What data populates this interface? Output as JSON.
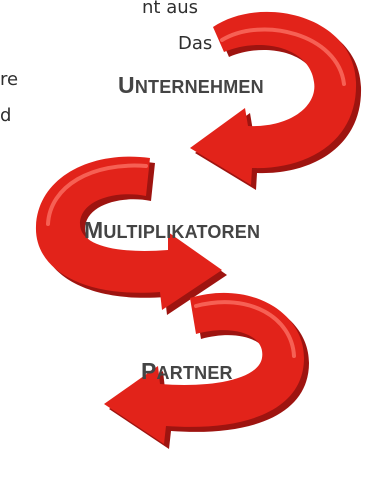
{
  "text_fragments": [
    "nt aus",
    "Das",
    "re",
    "d"
  ],
  "diagram": {
    "arrow_color": "#e2231a",
    "arrow_shadow_color": "#9e1410",
    "label_color": "#444444",
    "stages": [
      {
        "initial": "U",
        "rest": "NTERNEHMEN"
      },
      {
        "initial": "M",
        "rest": "ULTIPLIKATOREN"
      },
      {
        "initial": "P",
        "rest": "ARTNER"
      }
    ]
  }
}
